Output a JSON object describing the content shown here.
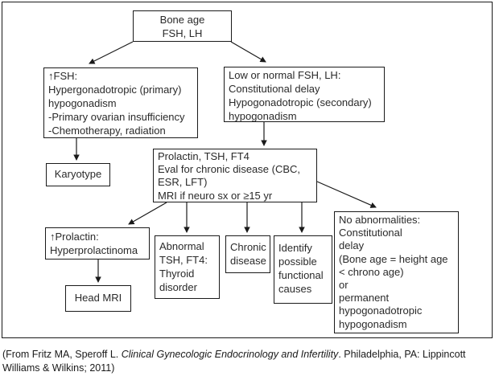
{
  "flowchart": {
    "bone_age": "Bone age\nFSH, LH",
    "high_fsh": "↑FSH:\nHypergonadotropic (primary)\nhypogonadism\n-Primary ovarian insufficiency\n-Chemotherapy, radiation",
    "low_fsh": "Low or normal FSH, LH:\nConstitutional delay\nHypogonadotropic (secondary)\nhypogonadism",
    "karyotype": "Karyotype",
    "workup": "Prolactin, TSH, FT4\nEval for chronic disease (CBC,\nESR, LFT)\nMRI if neuro sx or ≥15 yr",
    "prolactin": "↑Prolactin:\nHyperprolactinoma",
    "head_mri": "Head MRI",
    "abnormal_tsh": "Abnormal\nTSH, FT4:\nThyroid\ndisorder",
    "chronic_disease": "Chronic\ndisease",
    "functional_causes": "Identify\npossible\nfunctional\ncauses",
    "no_abnormalities": "No abnormalities:\nConstitutional\ndelay\n(Bone age = height age\n< chrono age)\nor\npermanent\nhypogonadotropic\nhypogonadism"
  },
  "colors": {
    "line": "#1a1a1a",
    "text": "#2a2a2a",
    "background": "#ffffff"
  },
  "caption": {
    "prefix": "(From Fritz MA, Speroff L. ",
    "title_italic": "Clinical Gynecologic Endocrinology and Infertility",
    "suffix": ". Philadelphia, PA: Lippincott Williams & Wilkins; 2011)"
  }
}
